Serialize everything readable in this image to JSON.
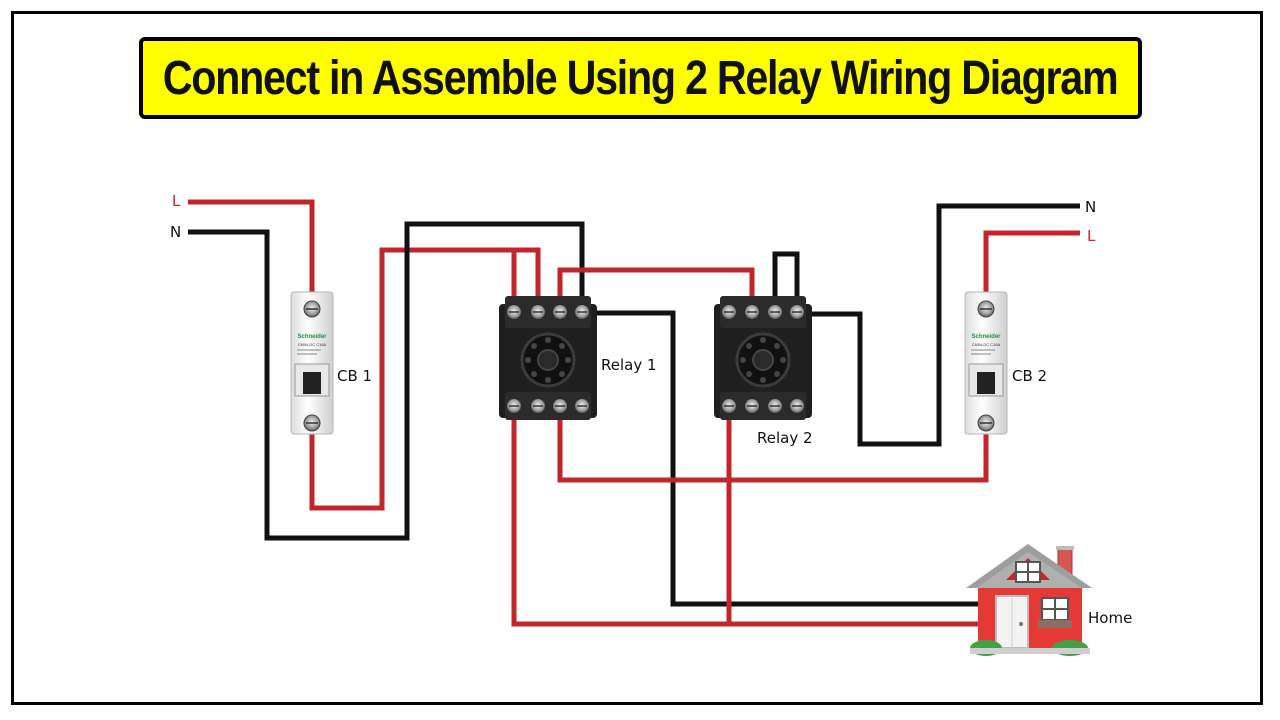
{
  "title": "Connect in Assemble Using 2 Relay Wiring Diagram",
  "colors": {
    "live_wire": "#c0262b",
    "neutral_wire": "#111111",
    "banner": "#ffff00",
    "house_body": "#e53935",
    "house_roof": "#9e9e9e"
  },
  "supply_left": {
    "live_label": "L",
    "neutral_label": "N"
  },
  "supply_right": {
    "neutral_label": "N",
    "live_label": "L"
  },
  "breakers": [
    {
      "label": "CB 1",
      "brand": "Schneider",
      "model": "C60N-DC C16A"
    },
    {
      "label": "CB 2",
      "brand": "Schneider",
      "model": "C60N-DC C16A"
    }
  ],
  "relays": [
    {
      "label": "Relay 1"
    },
    {
      "label": "Relay 2"
    }
  ],
  "load": {
    "label": "Home"
  }
}
